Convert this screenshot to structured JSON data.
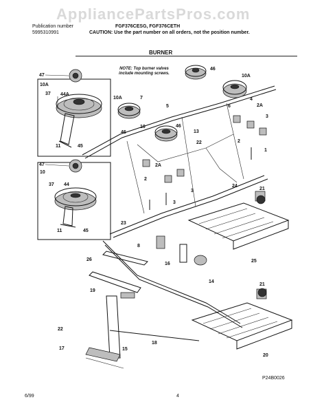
{
  "watermark": "AppliancePartsPros.com",
  "header": {
    "publication_label": "Publication number",
    "publication_number": "5995310991",
    "models": "FGF376CESG, FGF376CETH",
    "caution": "CAUTION: Use the part number on all orders, not the position number."
  },
  "section_title": "BURNER",
  "note": "NOTE: Top burner valves include mounting screws.",
  "callouts": {
    "inset1_title": "10A",
    "inset2_title": "10",
    "c47a": "47",
    "c37a": "37",
    "c44Aa": "44A",
    "c11a": "11",
    "c45a": "45",
    "c47b": "47",
    "c37b": "37",
    "c44b": "44",
    "c11b": "11",
    "c45b": "45",
    "c10A_left": "10A",
    "c7": "7",
    "c5": "5",
    "c46a": "46",
    "c10": "10",
    "c46b": "46",
    "c13": "13",
    "c22": "22",
    "c2a": "2",
    "c2Aa": "2A",
    "c3a": "3",
    "c24": "24",
    "c46top": "46",
    "c10A_right": "10A",
    "c4": "4",
    "c6": "6",
    "c2Ab": "2A",
    "c3b": "3",
    "c2b": "2",
    "c1": "1",
    "c3c": "3",
    "c21a": "21",
    "c25": "25",
    "c23": "23",
    "c8": "8",
    "c26": "26",
    "c16": "16",
    "c14": "14",
    "c19": "19",
    "c21b": "21",
    "c20": "20",
    "c22b": "22",
    "c17": "17",
    "c15": "15",
    "c18": "18"
  },
  "part_code": "P24B0026",
  "footer": {
    "date": "6/99",
    "page": "4"
  }
}
